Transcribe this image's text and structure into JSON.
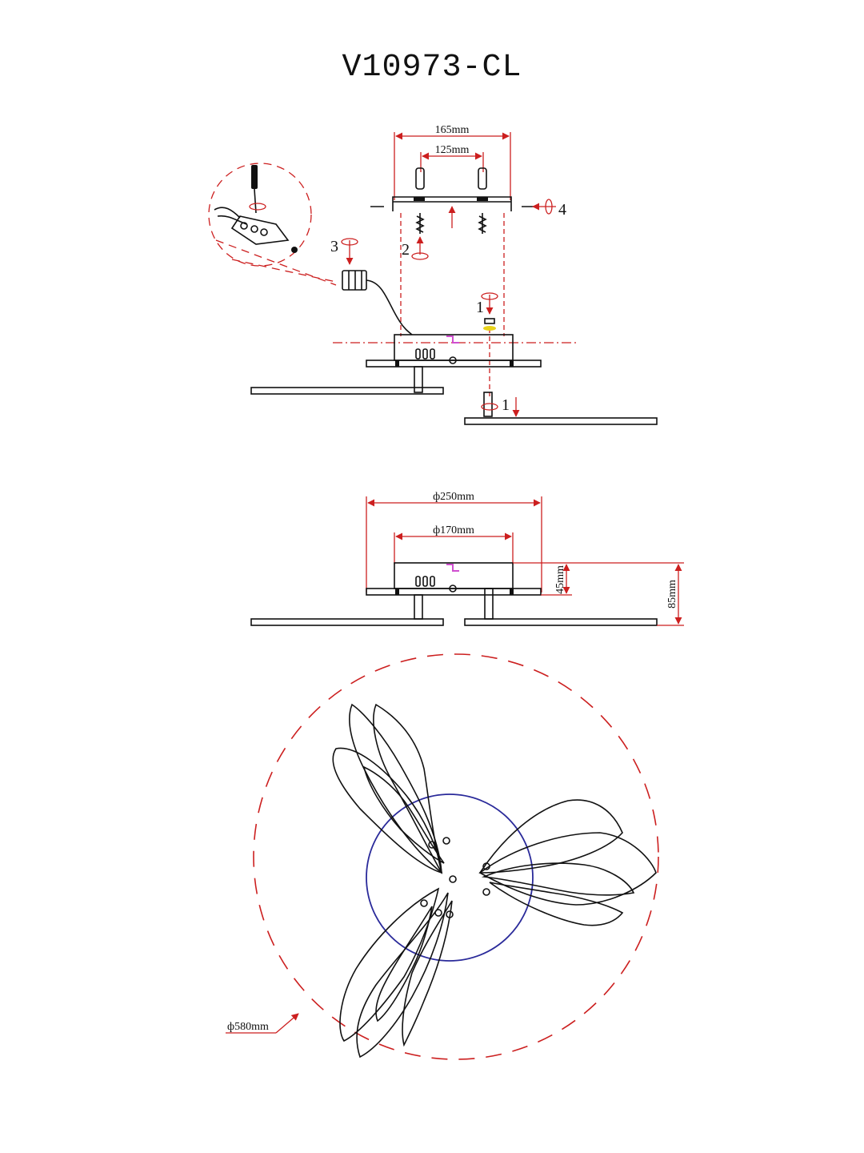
{
  "title": "V10973-CL",
  "mounting": {
    "dim_outer": "165mm",
    "dim_inner": "125mm",
    "steps": [
      "1",
      "2",
      "3",
      "4",
      "1"
    ]
  },
  "side_view": {
    "dim_outer_diameter": "ф250mm",
    "dim_inner_diameter": "ф170mm",
    "dim_base_height": "45mm",
    "dim_total_height": "85mm"
  },
  "top_view": {
    "dim_overall_diameter": "ф580mm"
  },
  "colors": {
    "line": "#111111",
    "dimension": "#cc1f1f",
    "inner_circle": "#2a2a9a",
    "marker_pink": "#d04fd0",
    "marker_yellow": "#e8d21a"
  }
}
